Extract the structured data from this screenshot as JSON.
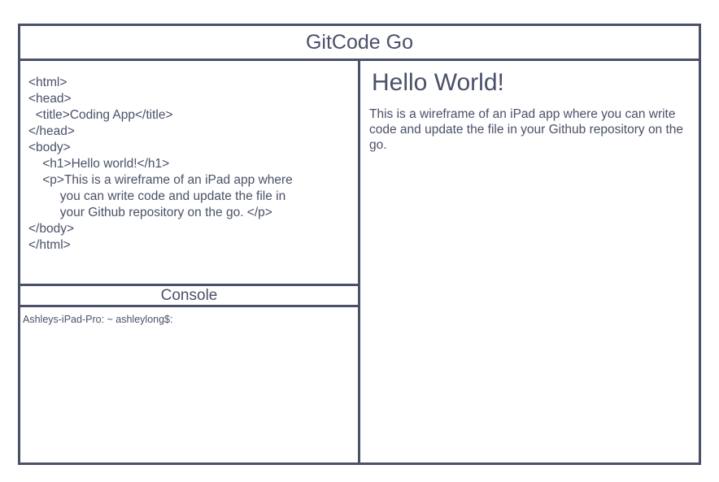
{
  "app": {
    "title": "GitCode Go"
  },
  "editor": {
    "lines": [
      "<html>",
      "<head>",
      "  <title>Coding App</title>",
      "</head>",
      "<body>",
      "    <h1>Hello world!</h1>",
      "    <p>This is a wireframe of an iPad app where",
      "         you can write code and update the file in",
      "         your Github repository on the go. </p>",
      "</body>",
      "</html>"
    ]
  },
  "console": {
    "title": "Console",
    "prompt": "Ashleys-iPad-Pro: ~ ashleylong$:"
  },
  "preview": {
    "heading": "Hello World!",
    "paragraph": "This is a wireframe of an iPad app where you can write code and update the file in your Github repository on the go."
  },
  "colors": {
    "stroke": "#4a5068",
    "background": "#ffffff"
  }
}
